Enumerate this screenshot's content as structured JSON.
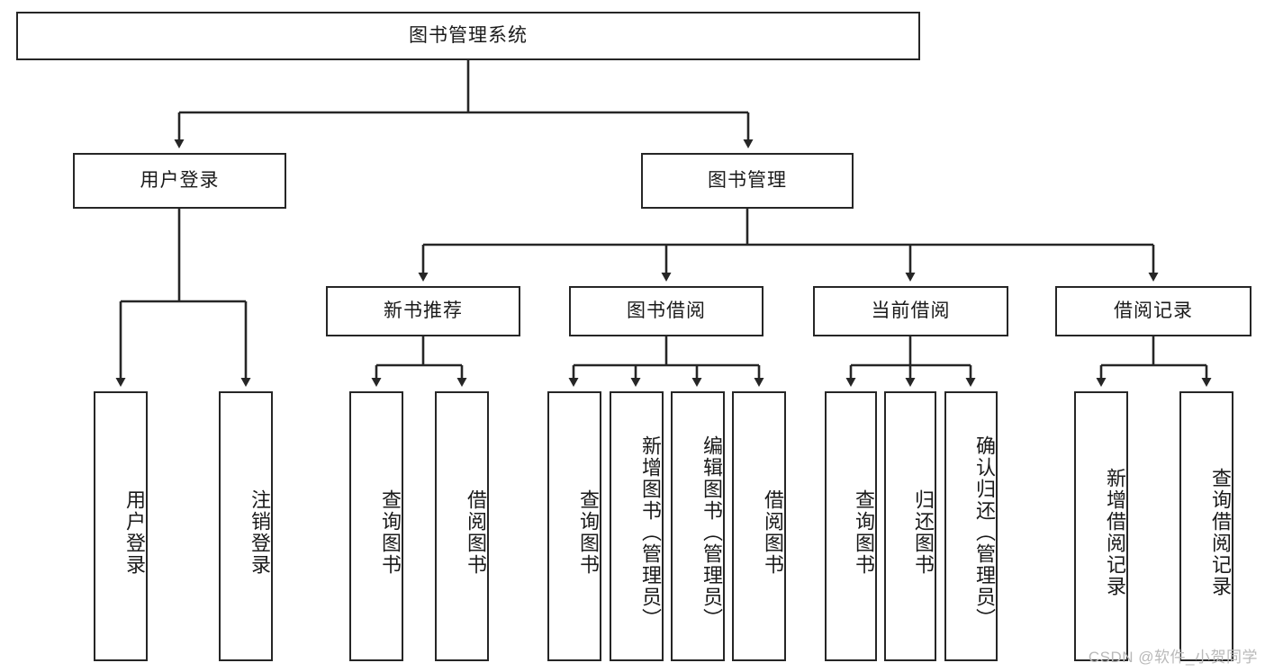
{
  "diagram": {
    "title": "图书管理系统",
    "type": "tree-hierarchy-chart",
    "colors": {
      "stroke": "#262626",
      "background": "#ffffff",
      "text": "#1a1a1a",
      "watermark": "#b9b9b9"
    },
    "nodes": {
      "root": {
        "label": "图书管理系统"
      },
      "level2": [
        {
          "label": "用户登录"
        },
        {
          "label": "图书管理"
        }
      ],
      "level3": [
        {
          "label": "新书推荐"
        },
        {
          "label": "图书借阅"
        },
        {
          "label": "当前借阅"
        },
        {
          "label": "借阅记录"
        }
      ],
      "leaves": {
        "user_login": [
          {
            "label": "用户登录"
          },
          {
            "label": "注销登录"
          }
        ],
        "new_book_recommend": [
          {
            "label": "查询图书"
          },
          {
            "label": "借阅图书"
          }
        ],
        "book_borrow": [
          {
            "label": "查询图书"
          },
          {
            "label": "新增图书（管理员）"
          },
          {
            "label": "编辑图书（管理员）"
          },
          {
            "label": "借阅图书"
          }
        ],
        "current_borrow": [
          {
            "label": "查询图书"
          },
          {
            "label": "归还图书"
          },
          {
            "label": "确认归还（管理员）"
          }
        ],
        "borrow_record": [
          {
            "label": "新增借阅记录"
          },
          {
            "label": "查询借阅记录"
          }
        ]
      }
    },
    "watermark": "CSDN @软件_小贺同学"
  }
}
